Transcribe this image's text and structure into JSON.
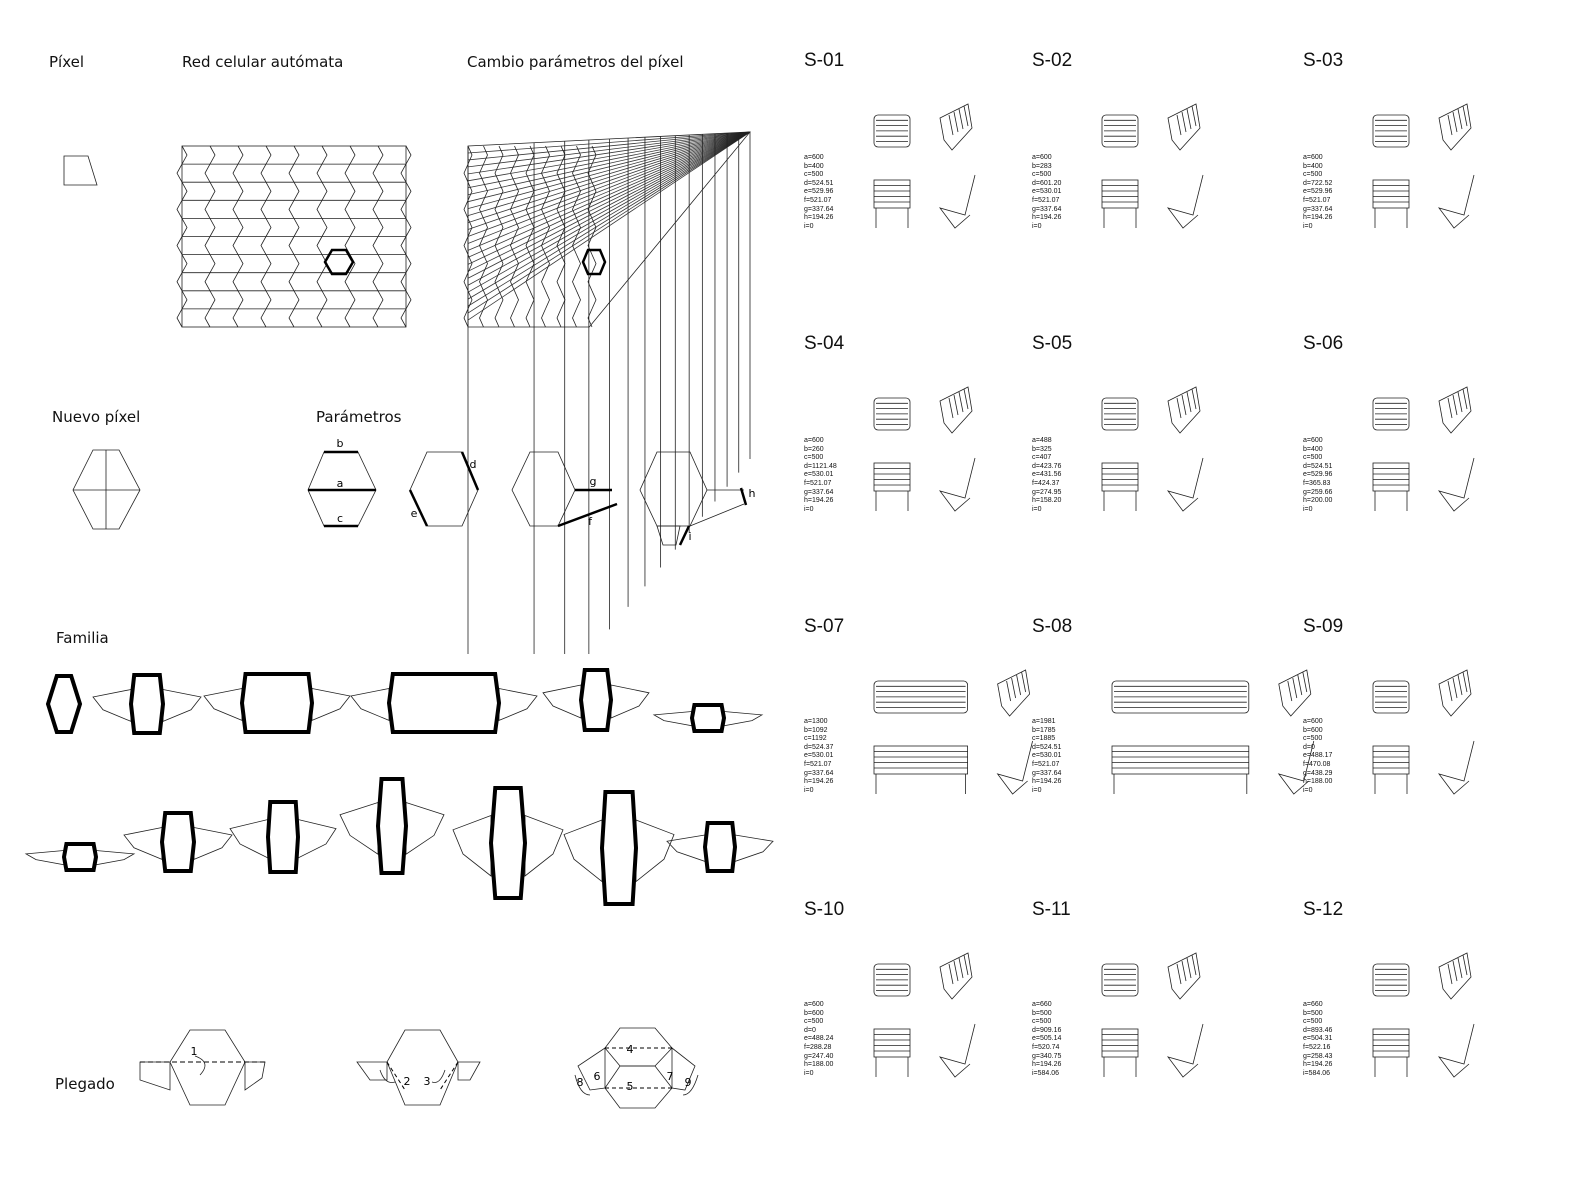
{
  "left_panel": {
    "pixel_label": "Píxel",
    "grid_label": "Red celular autómata",
    "change_label": "Cambio parámetros del píxel",
    "new_pixel_label": "Nuevo píxel",
    "parameters_label": "Parámetros",
    "family_label": "Familia",
    "folding_label": "Plegado",
    "param_letters": [
      "a",
      "b",
      "c",
      "d",
      "e",
      "f",
      "g",
      "h",
      "i"
    ],
    "fold_numbers": [
      "1",
      "2",
      "3",
      "4",
      "5",
      "6",
      "7",
      "8",
      "9"
    ]
  },
  "samples": [
    {
      "id": "S-01",
      "params": [
        "a=600",
        "b=400",
        "c=500",
        "d=524.51",
        "e=529.96",
        "f=521.07",
        "g=337.64",
        "h=194.26",
        "i=0"
      ]
    },
    {
      "id": "S-02",
      "params": [
        "a=600",
        "b=283",
        "c=500",
        "d=601.20",
        "e=530.01",
        "f=521.07",
        "g=337.64",
        "h=194.26",
        "i=0"
      ]
    },
    {
      "id": "S-03",
      "params": [
        "a=600",
        "b=400",
        "c=500",
        "d=722.52",
        "e=529.96",
        "f=521.07",
        "g=337.64",
        "h=194.26",
        "i=0"
      ]
    },
    {
      "id": "S-04",
      "params": [
        "a=600",
        "b=260",
        "c=500",
        "d=1121.48",
        "e=530.01",
        "f=521.07",
        "g=337.64",
        "h=194.26",
        "i=0"
      ]
    },
    {
      "id": "S-05",
      "params": [
        "a=488",
        "b=325",
        "c=407",
        "d=423.76",
        "e=431.56",
        "f=424.37",
        "g=274.95",
        "h=158.20",
        "i=0"
      ]
    },
    {
      "id": "S-06",
      "params": [
        "a=600",
        "b=400",
        "c=500",
        "d=524.51",
        "e=529.96",
        "f=365.83",
        "g=259.66",
        "h=200.00",
        "i=0"
      ]
    },
    {
      "id": "S-07",
      "params": [
        "a=1300",
        "b=1092",
        "c=1192",
        "d=524.37",
        "e=530.01",
        "f=521.07",
        "g=337.64",
        "h=194.26",
        "i=0"
      ]
    },
    {
      "id": "S-08",
      "params": [
        "a=1981",
        "b=1785",
        "c=1885",
        "d=524.51",
        "e=530.01",
        "f=521.07",
        "g=337.64",
        "h=194.26",
        "i=0"
      ]
    },
    {
      "id": "S-09",
      "params": [
        "a=600",
        "b=600",
        "c=500",
        "d=0",
        "e=488.17",
        "f=470.08",
        "g=438.29",
        "h=188.00",
        "i=0"
      ]
    },
    {
      "id": "S-10",
      "params": [
        "a=600",
        "b=600",
        "c=500",
        "d=0",
        "e=488.24",
        "f=288.28",
        "g=247.40",
        "h=188.00",
        "i=0"
      ]
    },
    {
      "id": "S-11",
      "params": [
        "a=660",
        "b=500",
        "c=500",
        "d=909.16",
        "e=505.14",
        "f=520.74",
        "g=340.75",
        "h=194.26",
        "i=584.06"
      ]
    },
    {
      "id": "S-12",
      "params": [
        "a=660",
        "b=500",
        "c=500",
        "d=893.46",
        "e=504.31",
        "f=522.16",
        "g=258.43",
        "h=194.26",
        "i=584.06"
      ]
    }
  ]
}
